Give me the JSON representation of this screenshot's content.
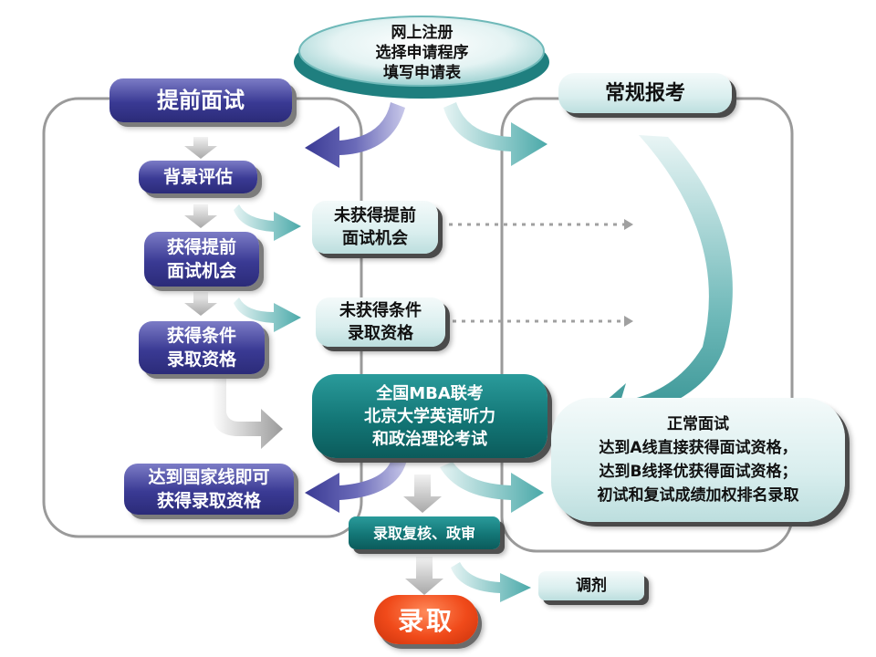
{
  "top_node": "网上注册\n选择申请程序\n填写申请表",
  "early_track": {
    "title": "提前面试",
    "step_background": "背景评估",
    "step_got_interview": "获得提前\n面试机会",
    "step_conditional": "获得条件\n录取资格",
    "step_national_line": "达到国家线即可\n获得录取资格"
  },
  "regular_track": {
    "title": "常规报考",
    "normal_interview": "正常面试\n达到A线直接获得面试资格，\n达到B线择优获得面试资格；\n初试和复试成绩加权排名录取"
  },
  "branches": {
    "no_interview": "未获得提前\n面试机会",
    "no_admission": "未获得条件\n录取资格"
  },
  "exam_node": "全国MBA联考\n北京大学英语听力\n和政治理论考试",
  "review_node": "录取复核、政审",
  "transfer_node": "调剂",
  "final_node": "录取",
  "colors": {
    "purple": "#3a3a94",
    "teal": "#137676",
    "light_teal": "#d9eeee",
    "red": "#f04a1a",
    "gray_frame": "#9a9a9a"
  }
}
